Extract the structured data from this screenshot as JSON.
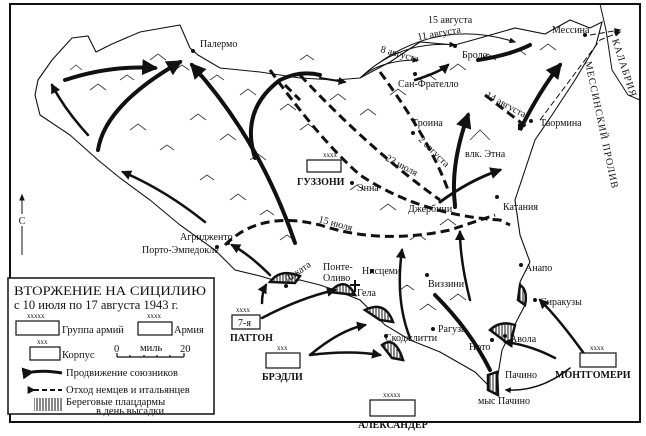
{
  "legend": {
    "title": "ВТОРЖЕНИЕ НА СИЦИЛИЮ",
    "subtitle": "с 10 июля по 17 августа 1943 г.",
    "army_group_symbol": "xxxxx",
    "army_group": "Группа армий",
    "army_symbol": "xxxx",
    "army": "Армия",
    "corps_symbol": "xxx",
    "corps": "Корпус",
    "scale_start": "0",
    "scale_unit": "миль",
    "scale_end": "20",
    "allied_advance": "Продвижение союзников",
    "axis_retreat": "Отход немцев и итальянцев",
    "beachheads_1": "Береговые плацдармы",
    "beachheads_2": "в день высадки"
  },
  "north_label": "С",
  "places": {
    "palermo": "Палермо",
    "messina": "Мессина",
    "brolo": "Броло",
    "san_fratello": "Сан-Фрателло",
    "troina": "Троина",
    "taormina": "Таормина",
    "etna": "влк. Этна",
    "enna": "Энна",
    "catania": "Катания",
    "gerbini": "Джербини",
    "agrigento": "Агридженто",
    "porto_empedocle": "Порто-Эмпедокле",
    "licata": "Ликата",
    "ponte_olivo_1": "Понте-",
    "ponte_olivo_2": "Оливо",
    "niscemi": "Нисцеми",
    "gela": "Гела",
    "vizzini": "Виззини",
    "anapo": "Анапо",
    "siracusa": "Сиракузы",
    "ragusa": "Рагуза",
    "scoglitti": "Скоджлитти",
    "noto": "Ното",
    "avola": "Авола",
    "pachino": "Пачино",
    "cape_pachino": "мыс  Пачино",
    "calabria": "КАЛАБРИЯ",
    "strait": "МЕССИНСКИЙ ПРОЛИВ"
  },
  "dates": {
    "aug15": "15 августа",
    "aug11": "11 августа",
    "aug8": "8 августа",
    "aug14": "14 августа",
    "aug2": "2 августа",
    "jul23": "23 июля",
    "jul15": "15 июля"
  },
  "commanders": {
    "guzzoni": {
      "name": "ГУЗЗОНИ",
      "symbol": "xxxx"
    },
    "patton": {
      "name": "ПАТТОН",
      "symbol": "xxxx",
      "unit": "7-я"
    },
    "bradley": {
      "name": "БРЭДЛИ",
      "symbol": "xxx"
    },
    "alexander": {
      "name": "АЛЕКСАНДЕР",
      "symbol": "xxxxx"
    },
    "montgomery": {
      "name": "МОНТГОМЕРИ",
      "symbol": "xxxx"
    }
  }
}
